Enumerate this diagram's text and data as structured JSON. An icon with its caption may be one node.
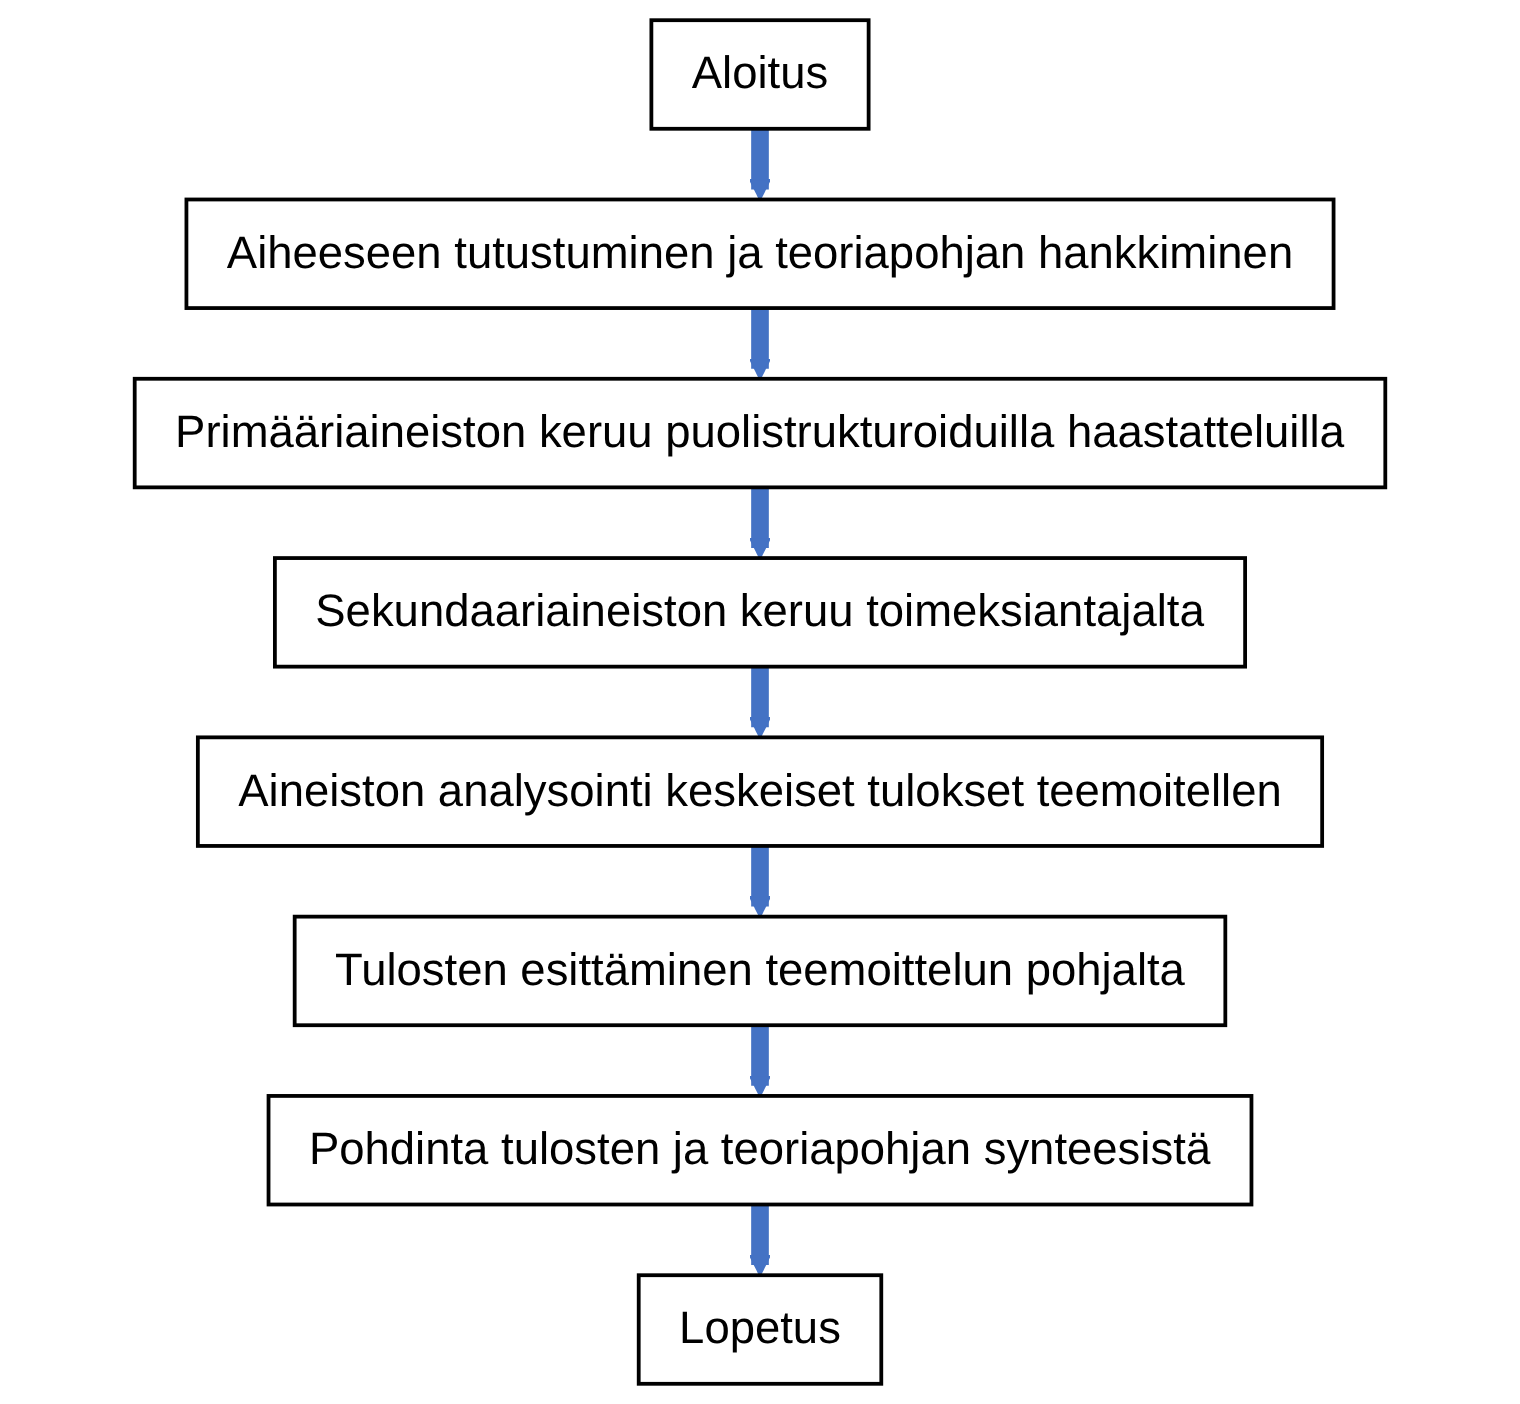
{
  "diagram": {
    "nodes": [
      {
        "text": [
          "Aloitus"
        ]
      },
      {
        "text": [
          "Aiheeseen tutustuminen ja teoriapohjan hankkiminen"
        ]
      },
      {
        "text": [
          "Primääriaineiston keruu puolistrukturoiduilla haastatteluilla"
        ]
      },
      {
        "text": [
          "Sekundaariaineiston keruu toimeksiantajalta"
        ]
      },
      {
        "text": [
          "Aineiston analysointi keskeiset tulokset teemoitellen"
        ]
      },
      {
        "text": [
          "Tulosten esittäminen teemoittelun pohjalta"
        ]
      },
      {
        "text": [
          "Pohdinta tulosten ja teoriapohjan synteesistä"
        ]
      },
      {
        "text": [
          "Lopetus"
        ]
      }
    ],
    "edges": [
      {
        "from": 0,
        "to": 1,
        "arrow": "to"
      },
      {
        "from": 1,
        "to": 2,
        "arrow": "to"
      },
      {
        "from": 2,
        "to": 3,
        "arrow": "to"
      },
      {
        "from": 3,
        "to": 4,
        "arrow": "to"
      },
      {
        "from": 4,
        "to": 5,
        "arrow": "to"
      },
      {
        "from": 5,
        "to": 6,
        "arrow": "to"
      },
      {
        "from": 6,
        "to": 7,
        "arrow": "to"
      }
    ]
  }
}
